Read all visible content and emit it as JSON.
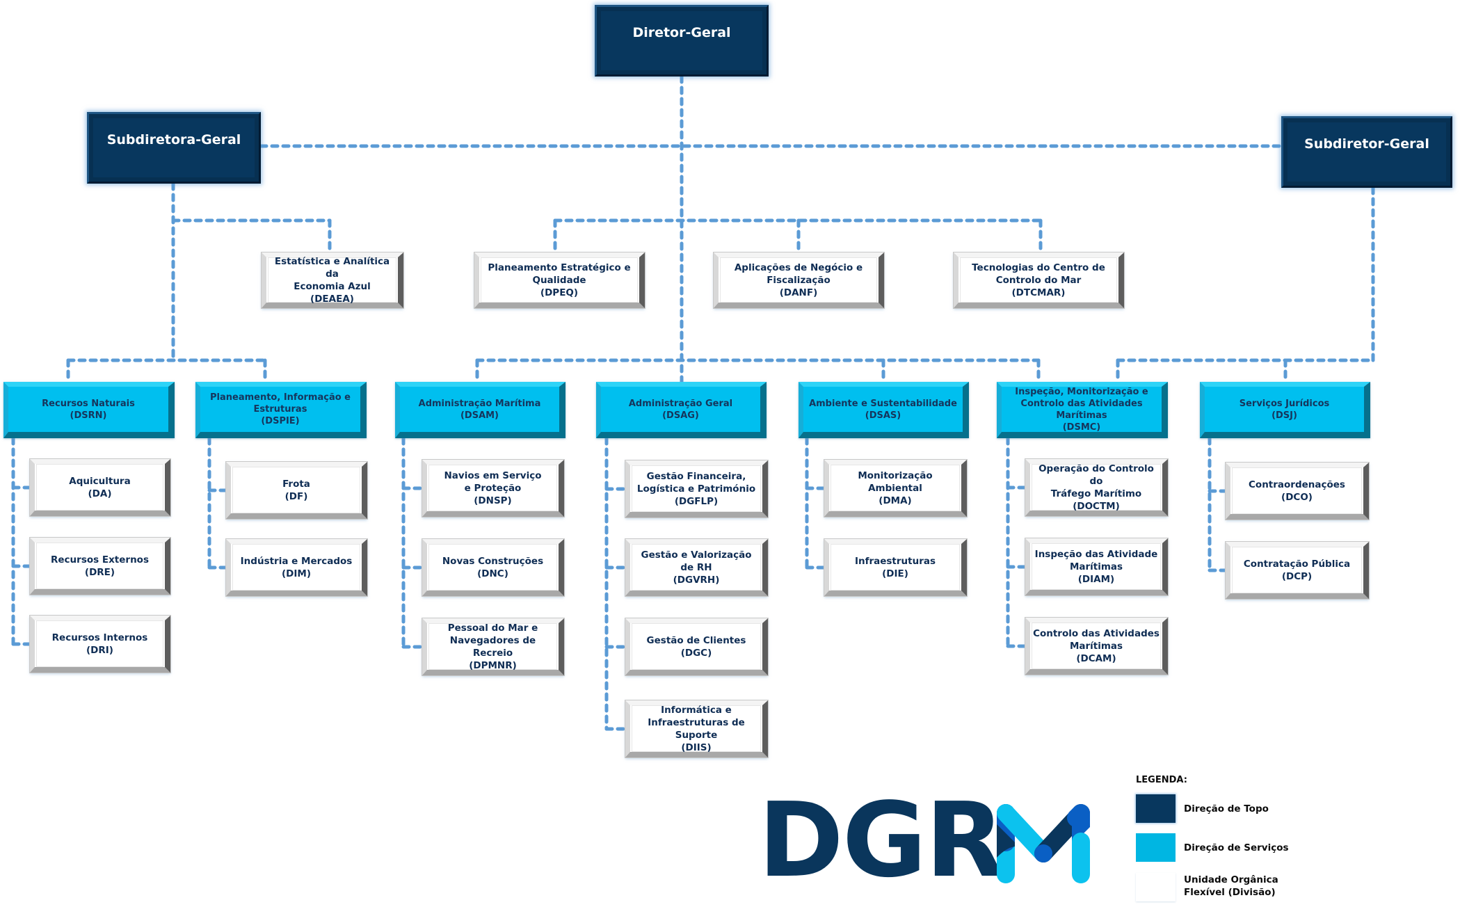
{
  "chart_title": "Organograma DGRM",
  "colors": {
    "top_direction": "#08375E",
    "service_direction": "#00BFEF",
    "division": "#FFFFFF",
    "connector": "#5B9BD5",
    "text_dark": "#16355C",
    "logo_navy": "#0A365C",
    "logo_blue": "#0A5FC4",
    "logo_cyan": "#0CC2EE"
  },
  "top": {
    "director": "Diretor-Geral",
    "deputy_left": "Subdiretora-Geral",
    "deputy_right": "Subdiretor-Geral"
  },
  "staff_units": [
    {
      "lines": [
        "Estatística e Analítica da",
        "Economia Azul",
        "(DEAEA)"
      ]
    },
    {
      "lines": [
        "Planeamento Estratégico e",
        "Qualidade",
        "(DPEQ)"
      ]
    },
    {
      "lines": [
        "Aplicações de Negócio e",
        "Fiscalização",
        "(DANF)"
      ]
    },
    {
      "lines": [
        "Tecnologias do Centro de",
        "Controlo do Mar",
        "(DTCMAR)"
      ]
    }
  ],
  "services": [
    {
      "lines": [
        "Recursos Naturais",
        "(DSRN)"
      ],
      "divisions": [
        {
          "lines": [
            "Aquicultura",
            "(DA)"
          ]
        },
        {
          "lines": [
            "Recursos Externos",
            "(DRE)"
          ]
        },
        {
          "lines": [
            "Recursos Internos",
            "(DRI)"
          ]
        }
      ]
    },
    {
      "lines": [
        "Planeamento, Informação e",
        "Estruturas",
        "(DSPIE)"
      ],
      "divisions": [
        {
          "lines": [
            "Frota",
            "(DF)"
          ]
        },
        {
          "lines": [
            "Indústria e Mercados",
            "(DIM)"
          ]
        }
      ]
    },
    {
      "lines": [
        "Administração Marítima",
        "(DSAM)"
      ],
      "divisions": [
        {
          "lines": [
            "Navios em Serviço",
            "e Proteção",
            "(DNSP)"
          ]
        },
        {
          "lines": [
            "Novas Construções",
            "(DNC)"
          ]
        },
        {
          "lines": [
            "Pessoal do Mar e",
            "Navegadores de Recreio",
            "(DPMNR)"
          ]
        }
      ]
    },
    {
      "lines": [
        "Administração Geral",
        "(DSAG)"
      ],
      "divisions": [
        {
          "lines": [
            "Gestão Financeira,",
            "Logística e Património",
            "(DGFLP)"
          ]
        },
        {
          "lines": [
            "Gestão e Valorização",
            "de RH",
            "(DGVRH)"
          ]
        },
        {
          "lines": [
            "Gestão de Clientes",
            "(DGC)"
          ]
        },
        {
          "lines": [
            "Informática e",
            "Infraestruturas de Suporte",
            "(DIIS)"
          ]
        }
      ]
    },
    {
      "lines": [
        "Ambiente e Sustentabilidade",
        "(DSAS)"
      ],
      "divisions": [
        {
          "lines": [
            "Monitorização Ambiental",
            "(DMA)"
          ]
        },
        {
          "lines": [
            "Infraestruturas",
            "(DIE)"
          ]
        }
      ]
    },
    {
      "lines": [
        "Inspeção, Monitorização e",
        "Controlo das Atividades",
        "Marítimas",
        "(DSMC)"
      ],
      "divisions": [
        {
          "lines": [
            "Operação do Controlo do",
            "Tráfego Marítimo",
            "(DOCTM)"
          ]
        },
        {
          "lines": [
            "Inspeção das Atividade",
            "Marítimas",
            "(DIAM)"
          ]
        },
        {
          "lines": [
            "Controlo das Atividades",
            "Marítimas",
            "(DCAM)"
          ]
        }
      ]
    },
    {
      "lines": [
        "Serviços Jurídicos",
        "(DSJ)"
      ],
      "divisions": [
        {
          "lines": [
            "Contraordenações",
            "(DCO)"
          ]
        },
        {
          "lines": [
            "Contratação Pública",
            "(DCP)"
          ]
        }
      ]
    }
  ],
  "logo": {
    "text": "DGR",
    "mark": "M",
    "icon": "dgrm-m-logo-icon"
  },
  "legend": {
    "title": "LEGENDA:",
    "items": [
      {
        "label": [
          "Direção de Topo"
        ],
        "color": "#08375E"
      },
      {
        "label": [
          "Direção de Serviços"
        ],
        "color": "#00BFEF"
      },
      {
        "label": [
          "Unidade Orgânica",
          "Flexível (Divisão)"
        ],
        "color": "#FFFFFF"
      }
    ]
  }
}
